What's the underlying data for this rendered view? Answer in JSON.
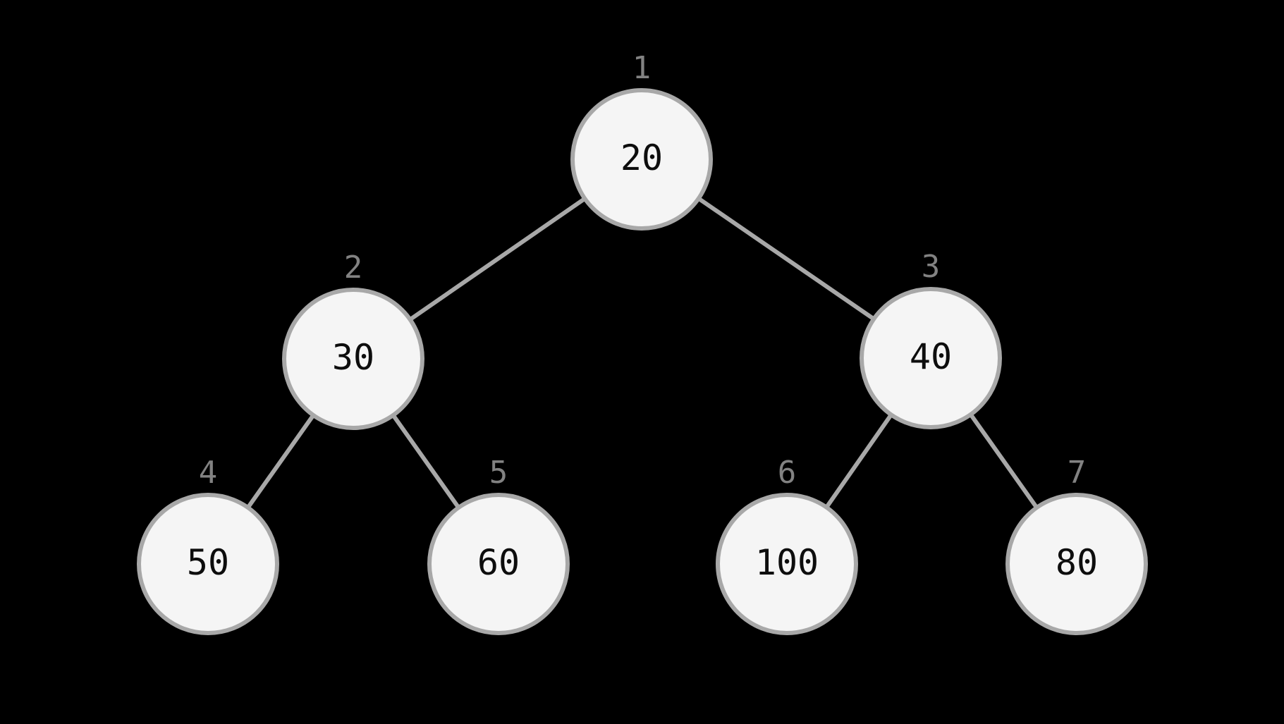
{
  "colors": {
    "background": "#000000",
    "node_fill": "#f5f5f5",
    "node_stroke": "#a8a8a8",
    "edge_stroke": "#a8a8a8",
    "value_color": "#0d0d0d",
    "index_color": "#828282"
  },
  "tree": {
    "kind": "binary-tree-diagram",
    "nodes": [
      {
        "index": "1",
        "value": "20"
      },
      {
        "index": "2",
        "value": "30"
      },
      {
        "index": "3",
        "value": "40"
      },
      {
        "index": "4",
        "value": "50"
      },
      {
        "index": "5",
        "value": "60"
      },
      {
        "index": "6",
        "value": "100"
      },
      {
        "index": "7",
        "value": "80"
      }
    ],
    "edges": [
      {
        "from": "1",
        "to": "2"
      },
      {
        "from": "1",
        "to": "3"
      },
      {
        "from": "2",
        "to": "4"
      },
      {
        "from": "2",
        "to": "5"
      },
      {
        "from": "3",
        "to": "6"
      },
      {
        "from": "3",
        "to": "7"
      }
    ]
  }
}
